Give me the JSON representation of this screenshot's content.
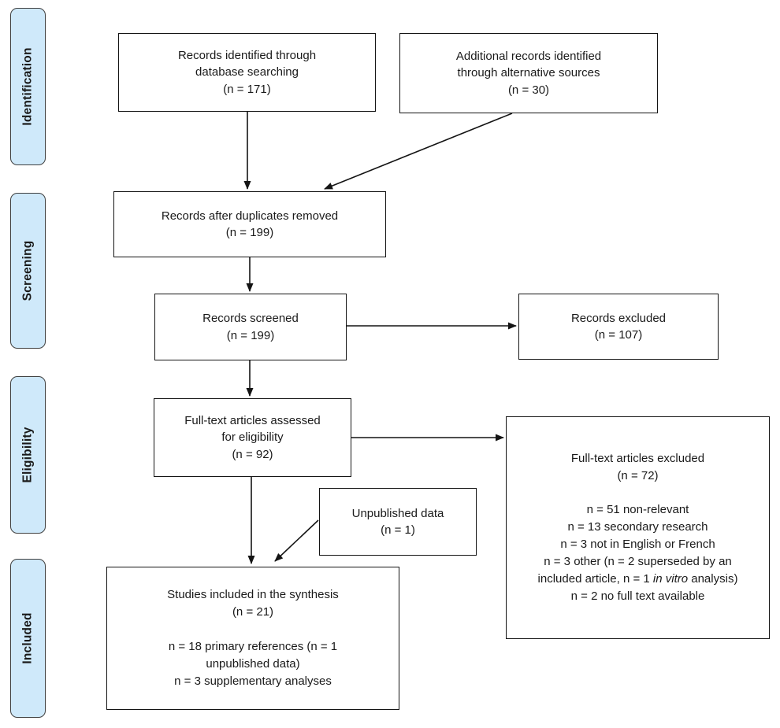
{
  "palette": {
    "background": "#ffffff",
    "text": "#1a1a1a",
    "stage_fill": "#cfe9fa",
    "stage_border": "#3f3f3f",
    "node_border": "#141414",
    "arrow": "#141414"
  },
  "stages": [
    {
      "label": "Identification"
    },
    {
      "label": "Screening"
    },
    {
      "label": "Eligibility"
    },
    {
      "label": "Included"
    }
  ],
  "boxes": {
    "db_records": {
      "lines": [
        "Records identified through",
        "database searching",
        "(n = 171)"
      ]
    },
    "alt_records": {
      "lines": [
        "Additional records identified",
        "through alternative sources",
        "(n = 30)"
      ]
    },
    "dedup": {
      "lines": [
        "Records after duplicates removed",
        "(n = 199)"
      ]
    },
    "screened": {
      "lines": [
        "Records screened",
        "(n = 199)"
      ]
    },
    "records_excluded": {
      "lines": [
        "Records excluded",
        "(n = 107)"
      ]
    },
    "fulltext_assessed": {
      "lines": [
        "Full-text articles assessed",
        "for eligibility",
        "(n = 92)"
      ]
    },
    "unpublished": {
      "lines": [
        "Unpublished data",
        "(n = 1)"
      ]
    },
    "fulltext_excluded": {
      "title": "Full-text articles excluded",
      "count": "(n = 72)",
      "reasons": [
        "n = 51 non-relevant",
        "n = 13 secondary research",
        "n = 3 not in English or French",
        {
          "pre": "n = 3 other (n = 2 superseded by an included article, n = 1 ",
          "italic": "in vitro",
          "post": " analysis)"
        },
        "n = 2 no full text available"
      ]
    },
    "included": {
      "title": "Studies included in the synthesis",
      "count": "(n = 21)",
      "details": [
        "n = 18 primary references (n = 1 unpublished data)",
        "n = 3 supplementary analyses"
      ]
    }
  }
}
